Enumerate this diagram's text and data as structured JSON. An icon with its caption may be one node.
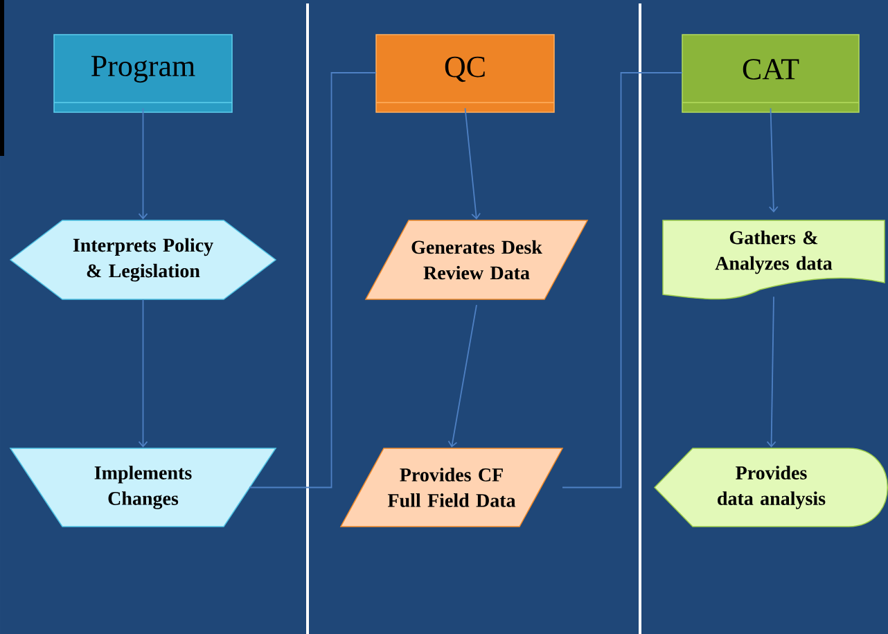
{
  "diagram": {
    "nodes": [
      {
        "text": [
          "Program"
        ]
      },
      {
        "text": [
          "QC"
        ]
      },
      {
        "text": [
          "CAT"
        ]
      },
      {
        "text": [
          "Interprets Policy & Legislation"
        ]
      },
      {
        "text": [
          "Implements Changes"
        ]
      },
      {
        "text": [
          "Generates Desk Review Data"
        ]
      },
      {
        "text": [
          "Provides CF Full Field Data"
        ]
      },
      {
        "text": [
          "Gathers & Analyzes data"
        ]
      },
      {
        "text": [
          "Provides data analysis"
        ]
      }
    ],
    "edges": [
      {
        "from": 0,
        "to": 3,
        "arrow": "to"
      },
      {
        "from": 3,
        "to": 4,
        "arrow": "to"
      },
      {
        "from": 4,
        "to": 1,
        "arrow": "none"
      },
      {
        "from": 1,
        "to": 5,
        "arrow": "to"
      },
      {
        "from": 5,
        "to": 6,
        "arrow": "to"
      },
      {
        "from": 6,
        "to": 2,
        "arrow": "none"
      },
      {
        "from": 2,
        "to": 7,
        "arrow": "to"
      },
      {
        "from": 7,
        "to": 8,
        "arrow": "to"
      }
    ]
  }
}
